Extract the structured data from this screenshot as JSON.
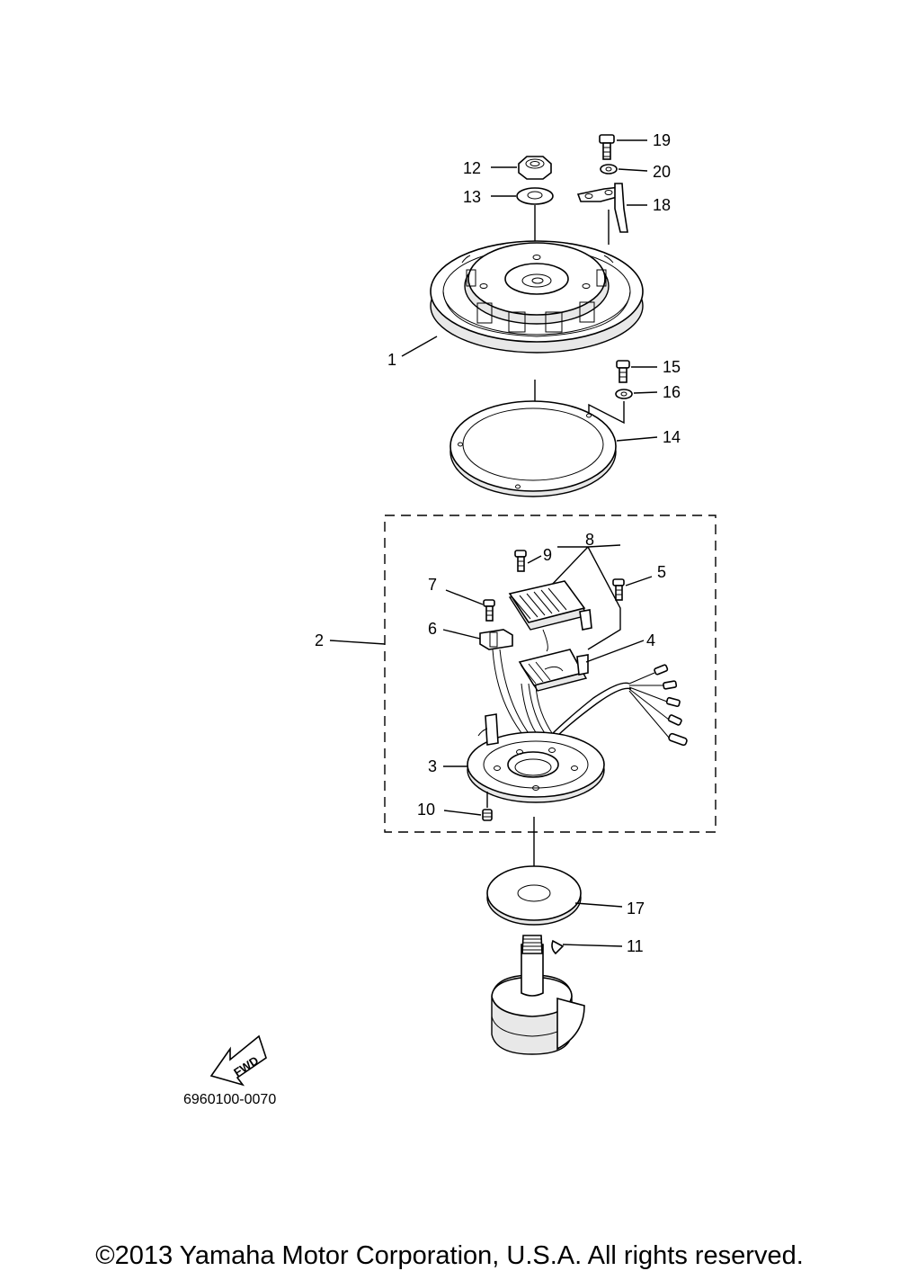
{
  "diagram": {
    "callouts": [
      "1",
      "2",
      "3",
      "4",
      "5",
      "6",
      "7",
      "8",
      "9",
      "10",
      "11",
      "12",
      "13",
      "14",
      "15",
      "16",
      "17",
      "18",
      "19",
      "20"
    ],
    "direction_label": "FWD",
    "code": "6960100-0070"
  },
  "footer": {
    "copyright": "©2013 Yamaha Motor Corporation, U.S.A. All rights reserved."
  }
}
